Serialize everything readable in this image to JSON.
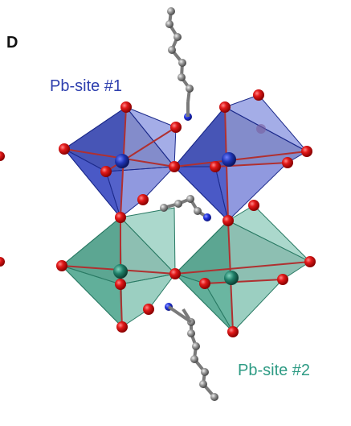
{
  "panel_letter": "D",
  "labels": {
    "site1": "Pb-site #1",
    "site2": "Pb-site #2"
  },
  "colors": {
    "site1": "#2e3fae",
    "site2": "#2e9b84",
    "oxygen": "#e0101a",
    "chain": "#8c8c8c",
    "nitrogen": "#1f2fd0"
  }
}
